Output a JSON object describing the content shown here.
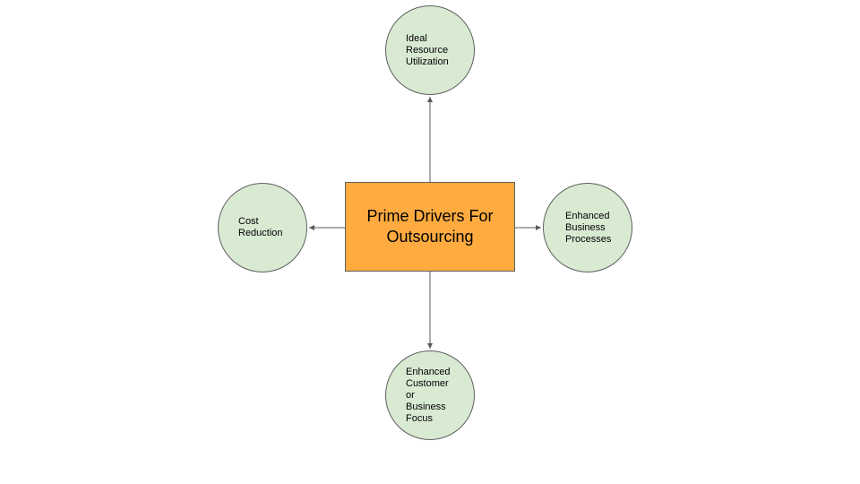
{
  "colors": {
    "center_fill": "#ffab40",
    "node_fill": "#d9ead3",
    "border": "#5f5f5f",
    "connector": "#595959"
  },
  "center": {
    "label": "Prime Drivers For\nOutsourcing"
  },
  "nodes": {
    "top": {
      "label": "Ideal\nResource\nUtilization"
    },
    "left": {
      "label": "Cost\nReduction"
    },
    "right": {
      "label": "Enhanced\nBusiness\nProcesses"
    },
    "bottom": {
      "label": "Enhanced\nCustomer\nor\nBusiness\nFocus"
    }
  }
}
